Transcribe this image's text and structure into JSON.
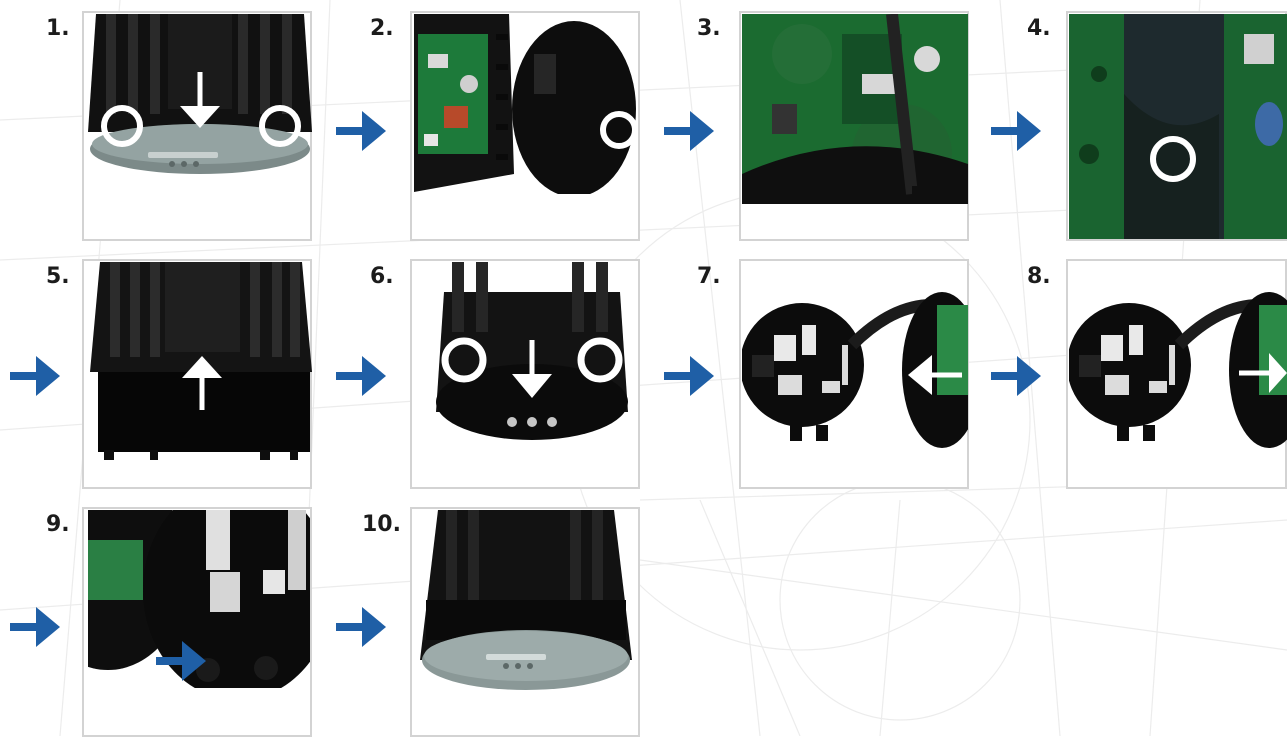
{
  "steps": [
    {
      "number": "1.",
      "photo": "pump-head-cover-top"
    },
    {
      "number": "2.",
      "photo": "open-cover-with-electronics"
    },
    {
      "number": "3.",
      "photo": "internal-circuit-board"
    },
    {
      "number": "4.",
      "photo": "circuit-board-closeup"
    },
    {
      "number": "5.",
      "photo": "cooling-fins-lift"
    },
    {
      "number": "6.",
      "photo": "cover-with-buttons"
    },
    {
      "number": "7.",
      "photo": "opened-module-left"
    },
    {
      "number": "8.",
      "photo": "opened-module-right"
    },
    {
      "number": "9.",
      "photo": "module-reassembly"
    },
    {
      "number": "10.",
      "photo": "assembled-unit"
    }
  ],
  "colors": {
    "arrow": "#1f5fa6",
    "frame_border": "#d3d3d3",
    "number_text": "#1c1c1c",
    "pcb_green": "#1e7a36",
    "housing_black": "#0c0c0c"
  },
  "icons": {
    "step_arrow": "arrow-right-icon",
    "highlight": "circle-marker-icon"
  }
}
